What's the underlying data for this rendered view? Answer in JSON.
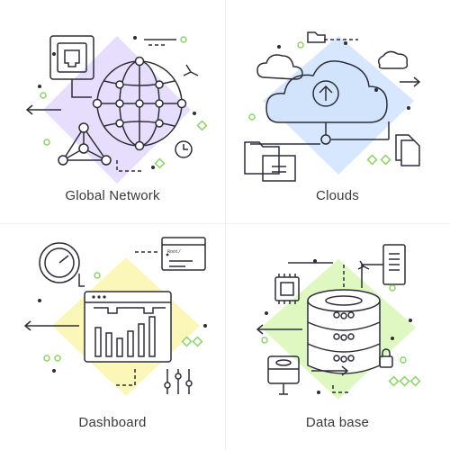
{
  "tiles": [
    {
      "caption": "Global Network",
      "accent": "#e6defc",
      "icon": "globe-network-icon"
    },
    {
      "caption": "Clouds",
      "accent": "#d6e7ff",
      "icon": "cloud-upload-icon"
    },
    {
      "caption": "Dashboard",
      "accent": "#fbf7b8",
      "icon": "dashboard-chart-icon"
    },
    {
      "caption": "Data base",
      "accent": "#dff8c2",
      "icon": "database-server-icon"
    }
  ],
  "dashboard_window_text": "Root/",
  "colors": {
    "stroke": "#2d2d3a",
    "green": "#8fd16a",
    "text": "#3a3a3a"
  }
}
